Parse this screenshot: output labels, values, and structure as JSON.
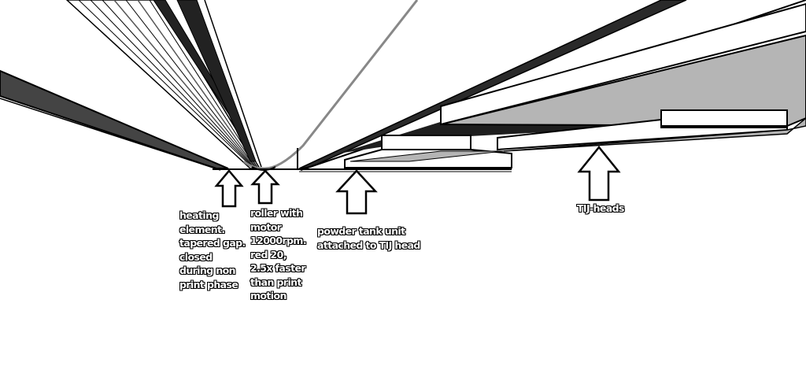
{
  "labels": {
    "heating": [
      "heating",
      "element.",
      "tapered gap.",
      "closed",
      "during non",
      "print phase"
    ],
    "roller": [
      "roller with",
      "motor",
      "12000rpm.",
      "red 20,",
      "2.5x faster",
      "than print",
      "motion"
    ],
    "powder": [
      "powder tank unit",
      "attached to TIJ head"
    ],
    "tij": [
      "TIJ-heads"
    ]
  },
  "colors": {
    "dark": "#2a2a2a",
    "gray": "#b5b5b5",
    "line": "#000000"
  }
}
